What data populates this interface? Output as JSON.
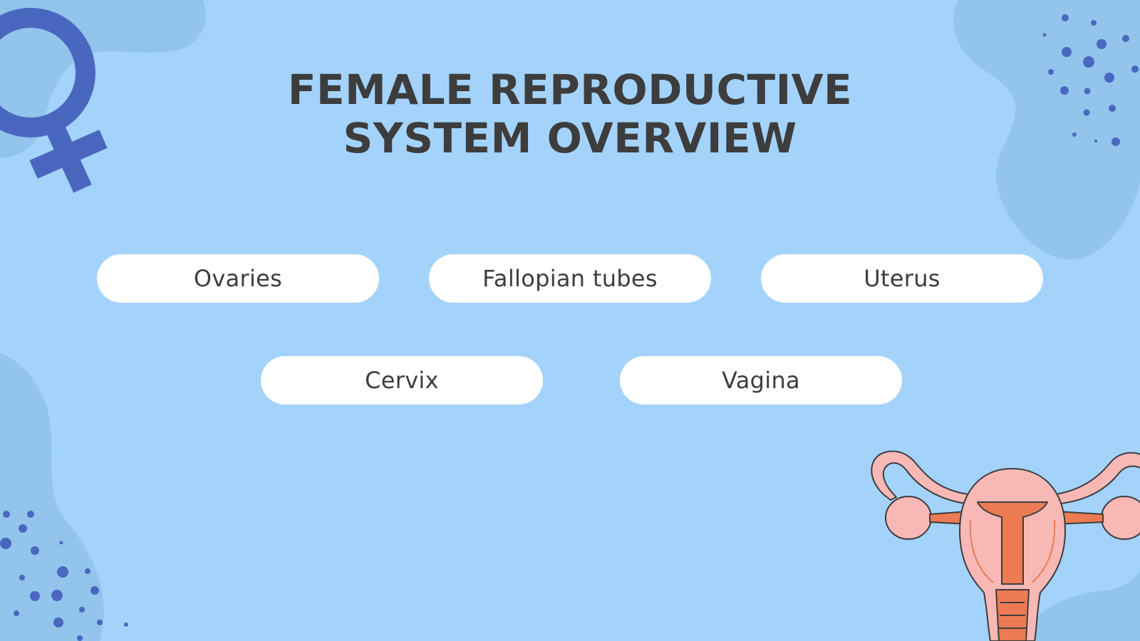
{
  "slide": {
    "title_line1": "FEMALE REPRODUCTIVE",
    "title_line2": "SYSTEM OVERVIEW",
    "parts": [
      "Ovaries",
      "Fallopian tubes",
      "Uterus",
      "Cervix",
      "Vagina"
    ]
  },
  "colors": {
    "background": "#a3d3fb",
    "blob": "#92c4ec",
    "accent_blue": "#4a67c0",
    "title_text": "#3d3d3d",
    "pill_bg": "#ffffff",
    "uterus_pink": "#f7b8b6",
    "uterus_orange": "#ec7b53"
  },
  "icons": [
    "female-symbol-icon",
    "uterus-illustration-icon"
  ]
}
